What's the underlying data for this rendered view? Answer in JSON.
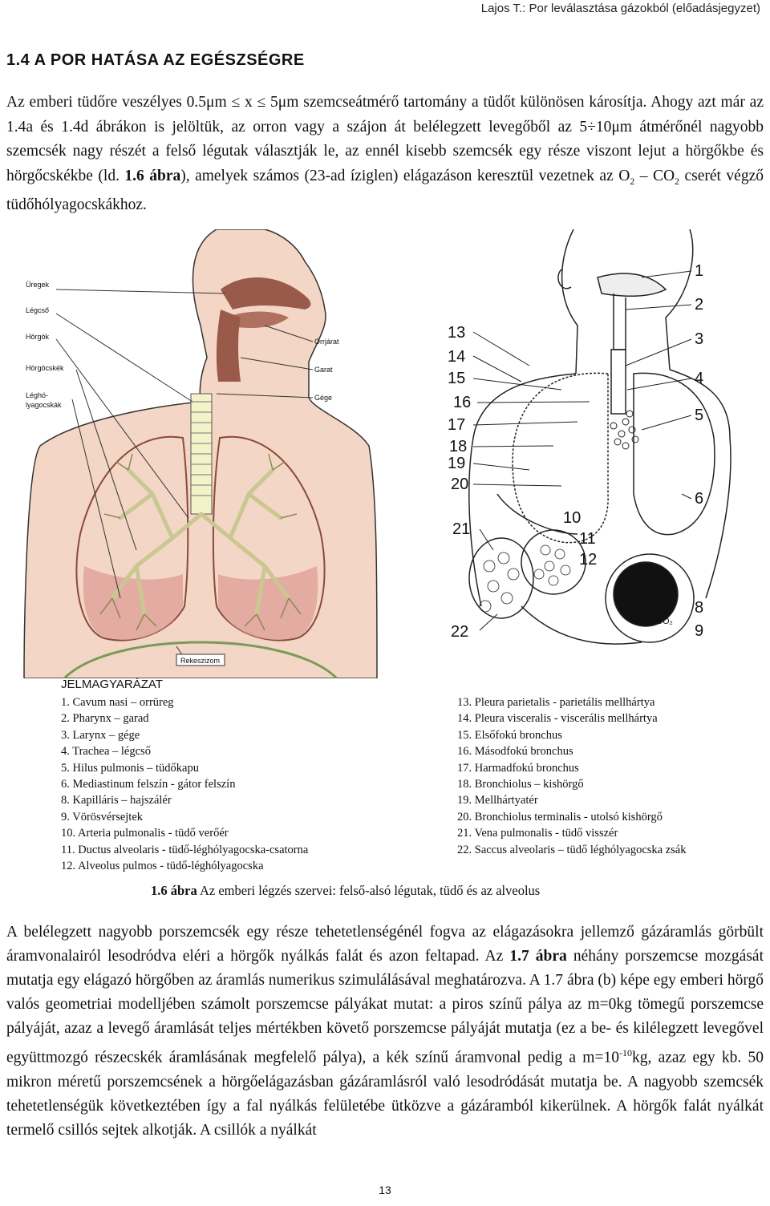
{
  "header": "Lajos T.: Por leválasztása gázokból (előadásjegyzet)",
  "section_title": "1.4    A POR HATÁSA AZ EGÉSZSÉGRE",
  "para1": {
    "t1": "Az emberi tüdőre veszélyes  0.5μm ≤ x ≤ 5μm  szemcseátmérő tartomány a tüdőt különösen károsítja. Ahogy azt már az 1.4a és 1.4d ábrákon is jelöltük, az orron vagy a szájon át belélegzett levegőből az 5÷10μm átmérőnél nagyobb szemcsék nagy részét a felső légutak választják le, az ennél kisebb szemcsék egy része viszont lejut a hörgőkbe és hörgőcskékbe (ld. ",
    "bold_ref": "1.6 ábra",
    "t2": "), amelyek számos (23-ad íziglen) elágazáson keresztül vezetnek az O",
    "sub1": "2",
    "t3": " – CO",
    "sub2": "2",
    "t4": " cserét végző tüdőhólyagocskákhoz."
  },
  "figure_left_labels": {
    "uregek": "Üregek",
    "legcso": "Légcső",
    "horgok": "Hörgök",
    "horgocskek": "Hörgöcskék",
    "leghoyag1": "Léghó-",
    "leghoyag2": "lyagocskák",
    "orrjarat": "Orrjárat",
    "garat": "Garat",
    "gege": "Gége",
    "rekeszizom": "Rekeszizom"
  },
  "figure_right_numbers": [
    "1",
    "2",
    "3",
    "4",
    "5",
    "6",
    "8",
    "9",
    "10",
    "11",
    "12",
    "13",
    "14",
    "15",
    "16",
    "17",
    "18",
    "19",
    "20",
    "21",
    "22"
  ],
  "figure_gas_labels": {
    "o2": "O₂",
    "co2": "CO₂"
  },
  "legend_title": "JELMAGYARÁZAT",
  "legend_left": [
    "1. Cavum nasi – orrüreg",
    "2. Pharynx – garad",
    "3. Larynx – gége",
    "4. Trachea – légcső",
    "5. Hilus pulmonis – tüdőkapu",
    "6. Mediastinum felszín - gátor felszín",
    "8. Kapilláris – hajszálér",
    "9. Vörösvérsejtek",
    "10. Arteria pulmonalis - tüdő verőér",
    "11. Ductus alveolaris - tüdő-léghólyagocska-csatorna",
    "12. Alveolus pulmos - tüdő-léghólyagocska"
  ],
  "legend_right": [
    "13. Pleura parietalis - parietális mellhártya",
    "14. Pleura visceralis - viscerális mellhártya",
    "15. Elsőfokú bronchus",
    "16. Másodfokú bronchus",
    "17. Harmadfokú bronchus",
    "18. Bronchiolus – kishörgő",
    "19. Mellhártyatér",
    "20. Bronchiolus terminalis - utolsó kishörgő",
    "21. Vena pulmonalis - tüdő visszér",
    "22. Saccus alveolaris – tüdő léghólyagocska zsák"
  ],
  "caption": {
    "label": "1.6 ábra",
    "text": " Az emberi légzés szervei: felső-alsó légutak, tüdő és az alveolus"
  },
  "para2": {
    "t1": "A belélegzett nagyobb porszemcsék egy része tehetetlenségénél fogva az elágazásokra jellemző gázáramlás görbült áramvonalairól lesodródva eléri a hörgők nyálkás falát és azon feltapad. Az ",
    "bold_ref": "1.7 ábra",
    "t2": " néhány porszemcse mozgását mutatja egy elágazó hörgőben az áramlás numerikus szimulálásával meghatározva. A 1.7 ábra (b) képe egy emberi hörgő valós geometriai modelljében számolt porszemcse pályákat mutat: a piros színű pálya az  m=0kg tömegű porszemcse pályáját, azaz a levegő áramlását teljes mértékben követő porszemcse pályáját mutatja (ez a be- és kilélegzett levegővel együttmozgó részecskék áramlásának megfelelő pálya), a kék színű áramvonal pedig a  m=10",
    "sup": "-10",
    "t3": "kg, azaz egy kb. 50 mikron méretű porszemcsének a hörgőelágazásban gázáramlásról való lesodródását mutatja be. A nagyobb szemcsék tehetetlenségük következtében így a fal nyálkás felületébe ütközve a gázáramból kikerülnek. A hörgők falát nyálkát termelő csillós sejtek alkotják. A csillók a nyálkát"
  },
  "page_number": "13",
  "colors": {
    "skin": "#f3d6c6",
    "lung_lower": "#e0a09a",
    "airway": "#9a5a4a",
    "trachea": "#f4f2c8",
    "bronchi": "#c8c890"
  }
}
